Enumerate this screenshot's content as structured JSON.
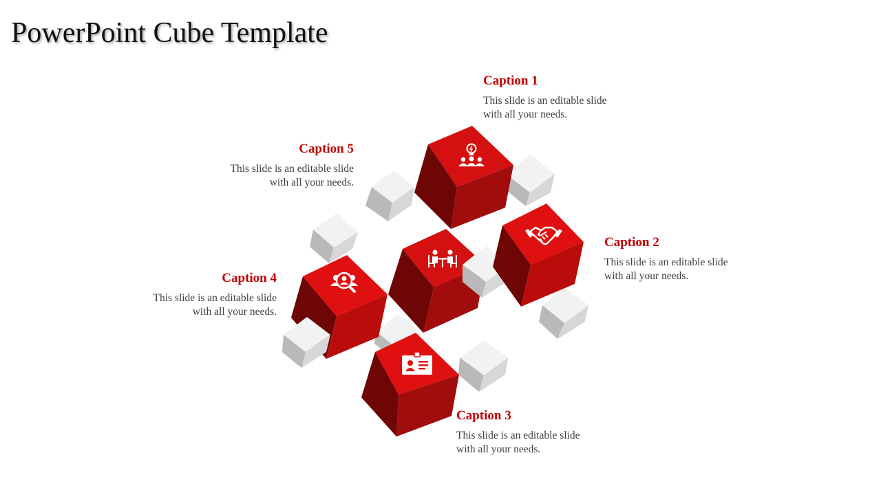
{
  "title": "PowerPoint Cube Template",
  "colors": {
    "accent": "#c00000",
    "red_top": "#e01010",
    "red_left": "#6e0606",
    "red_right": "#a80c0c",
    "grey_top": "#f2f2f2",
    "grey_left": "#b8b8b8",
    "grey_right": "#d6d6d6"
  },
  "captions": [
    {
      "heading": "Caption 1",
      "line1": "This slide is an editable slide",
      "line2": "with all your needs.",
      "icon": "idea-team-icon"
    },
    {
      "heading": "Caption 2",
      "line1": "This slide is an editable slide",
      "line2": "with all your needs.",
      "icon": "handshake-icon"
    },
    {
      "heading": "Caption 3",
      "line1": "This slide is an editable slide",
      "line2": "with all your needs.",
      "icon": "id-card-icon"
    },
    {
      "heading": "Caption 4",
      "line1": "This slide is an editable slide",
      "line2": "with all your needs.",
      "icon": "people-search-icon"
    },
    {
      "heading": "Caption 5",
      "line1": "This slide is an editable slide",
      "line2": "with all your needs.",
      "icon": "meeting-icon"
    }
  ]
}
